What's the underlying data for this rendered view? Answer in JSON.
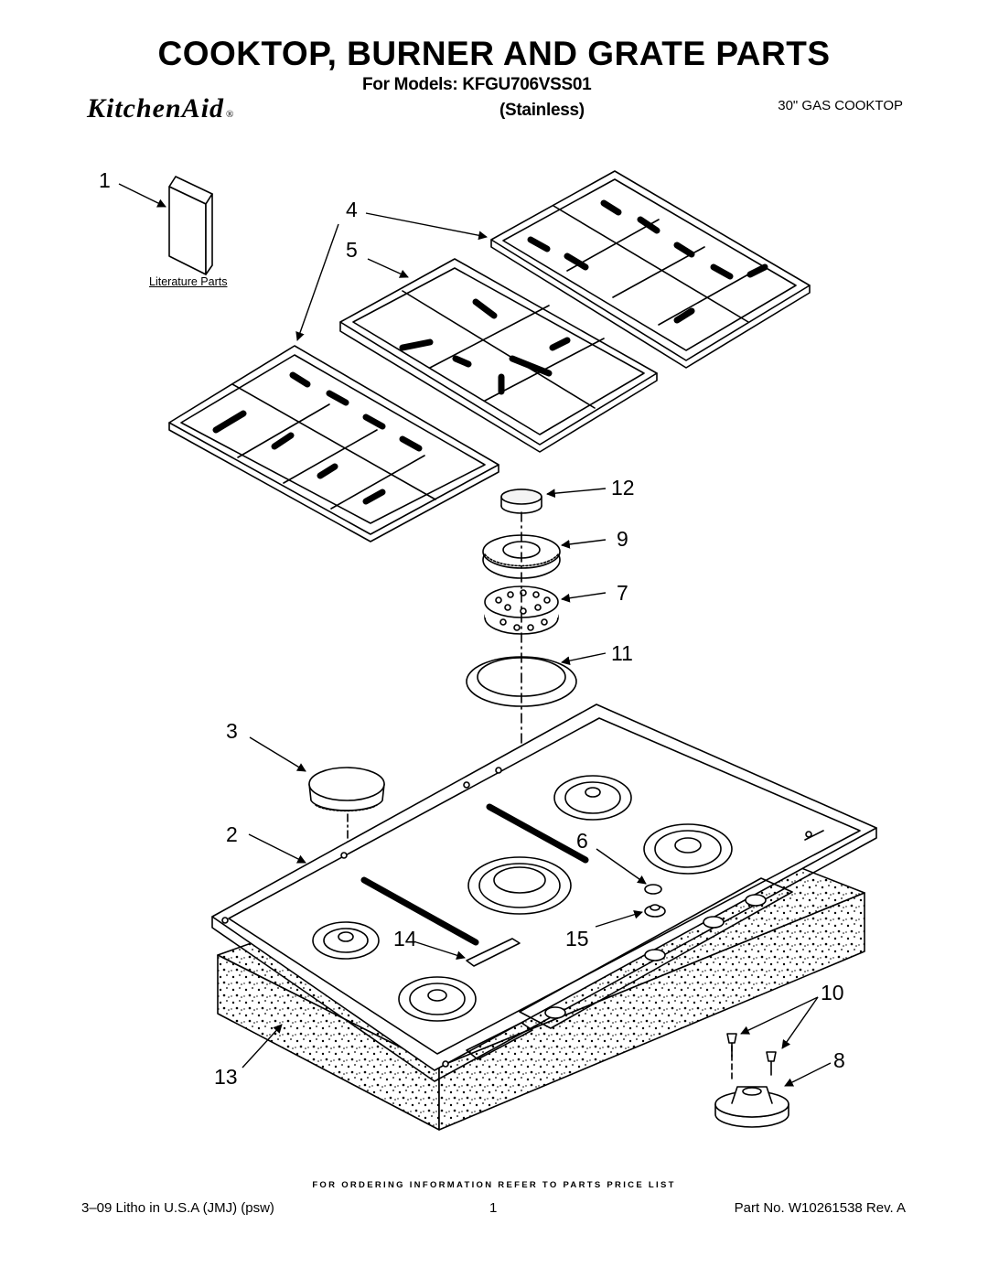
{
  "header": {
    "title": "COOKTOP, BURNER AND GRATE PARTS",
    "brand": "KitchenAid",
    "brand_mark": "®",
    "models_line": "For Models: KFGU706VSS01",
    "variant": "(Stainless)",
    "product_type": "30\" GAS COOKTOP"
  },
  "diagram": {
    "literature_label": "Literature Parts",
    "callouts": [
      "1",
      "2",
      "3",
      "4",
      "5",
      "6",
      "7",
      "8",
      "9",
      "10",
      "11",
      "12",
      "13",
      "14",
      "15"
    ]
  },
  "footer": {
    "ordering_note": "FOR ORDERING INFORMATION REFER TO PARTS PRICE LIST",
    "litho": "3–09 Litho in U.S.A (JMJ) (psw)",
    "page": "1",
    "part_no": "Part No. W10261538 Rev. A"
  }
}
